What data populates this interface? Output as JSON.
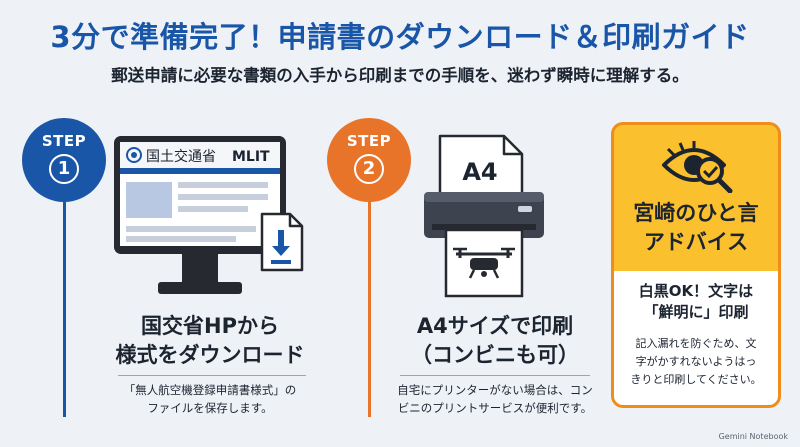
{
  "title": "3分で準備完了！申請書のダウンロード＆印刷ガイド",
  "subtitle": "郵送申請に必要な書類の入手から印刷までの手順を、迷わず瞬時に理解する。",
  "colors": {
    "blue": "#1a56a8",
    "orange": "#e8742a",
    "yellow": "#fbc02d",
    "border_orange": "#f08c1a"
  },
  "step1": {
    "label": "STEP",
    "number": "1",
    "logo_text": "国土交通省",
    "logo_brand": "MLIT",
    "heading_line1": "国交省HPから",
    "heading_line2": "様式をダウンロード",
    "desc_line1": "「無人航空機登録申請書様式」の",
    "desc_line2": "ファイルを保存します。",
    "icon": "monitor-download-icon"
  },
  "step2": {
    "label": "STEP",
    "number": "2",
    "paper_text": "A4",
    "heading_line1": "A4サイズで印刷",
    "heading_line2": "（コンビニも可）",
    "desc_line1": "自宅にプリンターがない場合は、コン",
    "desc_line2": "ビニのプリントサービスが便利です。",
    "icon": "printer-drone-icon"
  },
  "advice": {
    "title_line1": "宮崎のひと言",
    "title_line2": "アドバイス",
    "head_line1": "白黒OK！文字は",
    "head_line2": "「鮮明に」印刷",
    "body_line1": "記入漏れを防ぐため、文",
    "body_line2": "字がかすれないようはっ",
    "body_line3": "きりと印刷してください。",
    "icon": "eye-magnifier-icon"
  },
  "footer": "Gemini Notebook"
}
